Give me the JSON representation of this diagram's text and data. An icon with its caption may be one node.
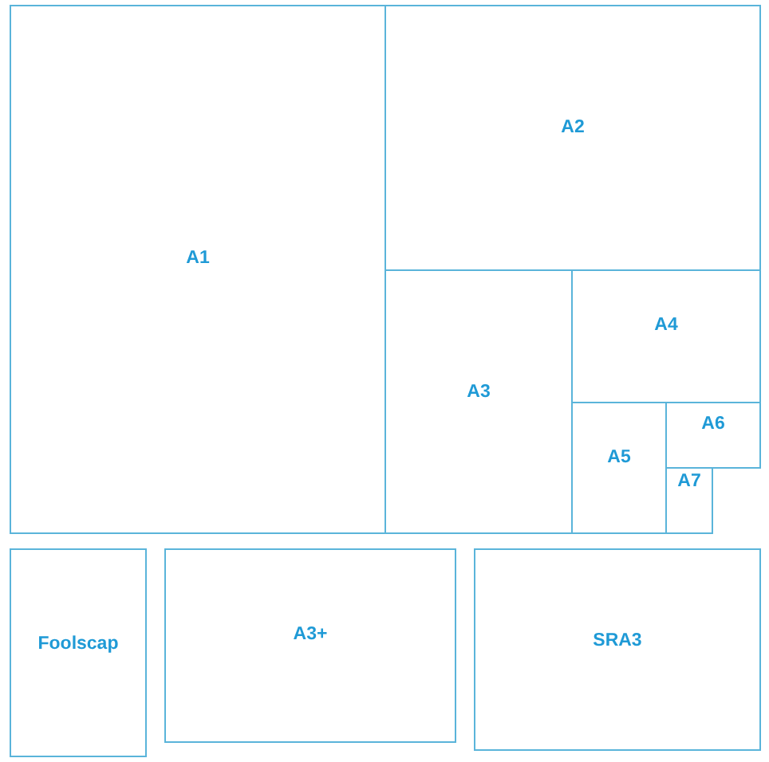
{
  "diagram": {
    "nodes": [
      {
        "text": [
          "A1"
        ]
      },
      {
        "text": [
          "A2"
        ]
      },
      {
        "text": [
          "A3"
        ]
      },
      {
        "text": [
          "A4"
        ]
      },
      {
        "text": [
          "A5"
        ]
      },
      {
        "text": [
          "A6"
        ]
      },
      {
        "text": [
          "A7"
        ]
      },
      {
        "text": [
          "Foolscap"
        ]
      },
      {
        "text": [
          "A3+"
        ]
      },
      {
        "text": [
          "SRA3"
        ]
      }
    ]
  }
}
